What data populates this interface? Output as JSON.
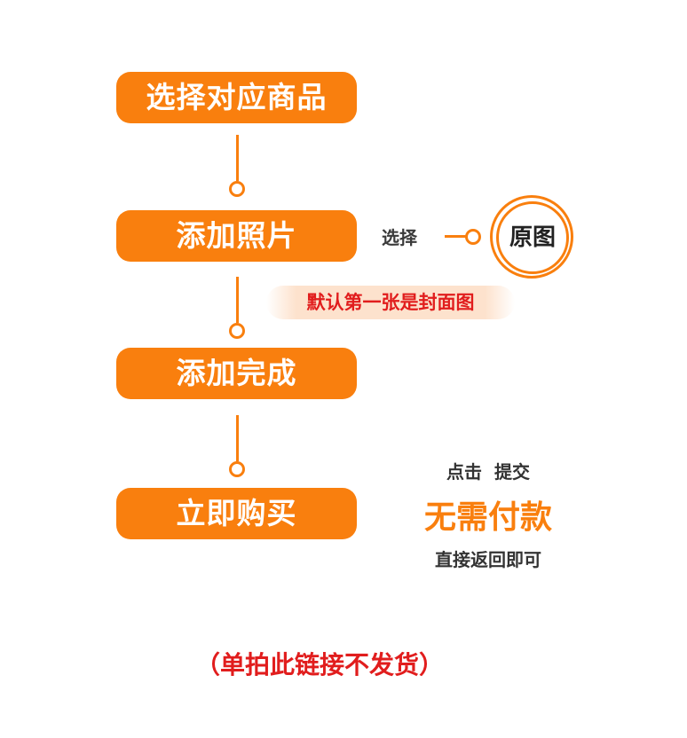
{
  "steps": [
    {
      "label": "选择对应商品"
    },
    {
      "label": "添加照片"
    },
    {
      "label": "添加完成"
    },
    {
      "label": "立即购买"
    }
  ],
  "photo_option": {
    "select_label": "选择",
    "original_label": "原图",
    "cover_note": "默认第一张是封面图"
  },
  "purchase_info": {
    "click_submit": "点击  提交",
    "no_payment": "无需付款",
    "return_direct": "直接返回即可"
  },
  "footer_note": "（单拍此链接不发货）",
  "colors": {
    "accent": "#f97f0e",
    "warning_text": "#e11d1d",
    "note_bg": "#fde2cd"
  }
}
